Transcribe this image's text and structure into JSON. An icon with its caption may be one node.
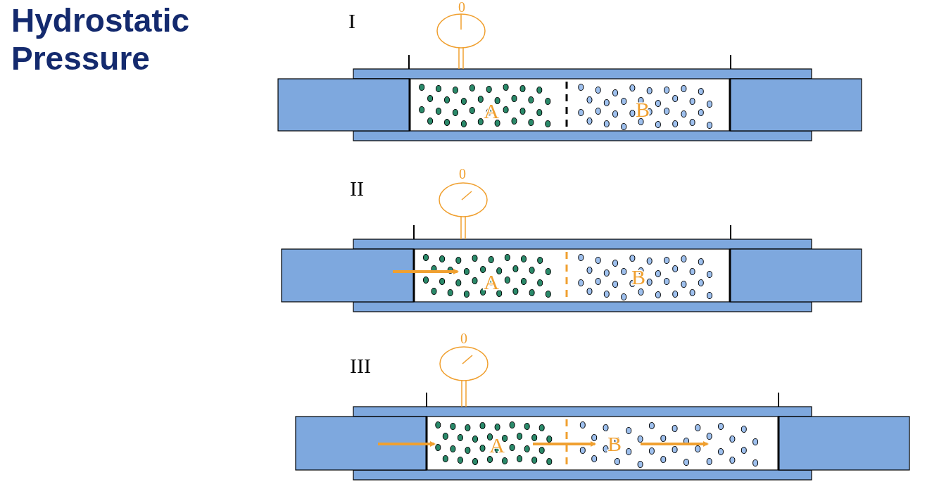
{
  "diagram": {
    "title": "Hydrostatic Pressure",
    "labels": [
      "I",
      "0",
      "A",
      "B",
      "II",
      "0",
      "A",
      "B",
      "III",
      "0",
      "A",
      "B"
    ]
  }
}
